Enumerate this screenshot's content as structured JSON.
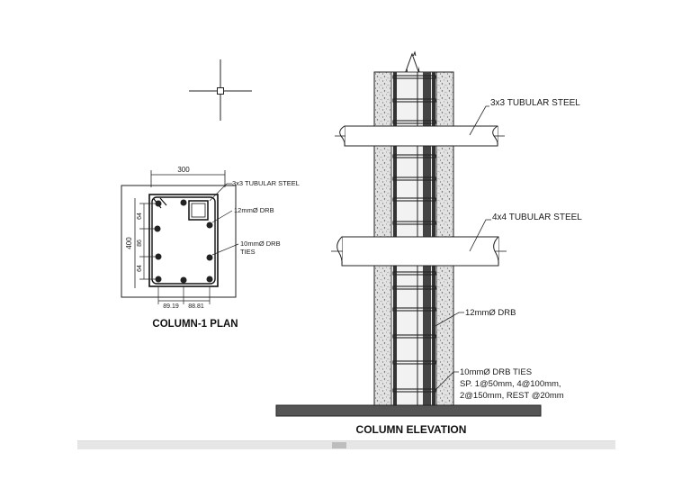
{
  "plan": {
    "dim_width": "300",
    "dim_height": "400",
    "dim_64_top": "64",
    "dim_86": "86",
    "dim_64_bottom": "64",
    "dim_bottom_left": "89.19",
    "dim_bottom_right": "88.81",
    "label_tubular": "3x3 TUBULAR STEEL",
    "label_drb": "12mmØ DRB",
    "label_ties_line1": "10mmØ DRB",
    "label_ties_line2": "TIES",
    "title": "COLUMN-1 PLAN"
  },
  "elevation": {
    "label_tubular_3x3": "3x3 TUBULAR STEEL",
    "label_tubular_4x4": "4x4 TUBULAR STEEL",
    "label_drb": "12mmØ DRB",
    "label_ties_line1": "10mmØ DRB TIES",
    "label_ties_line2": "SP. 1@50mm, 4@100mm,",
    "label_ties_line3": "2@150mm, REST @20mm",
    "title": "COLUMN ELEVATION"
  },
  "colors": {
    "line": "#1a1a1a",
    "concrete": "#e4e4e4",
    "footing": "#555555",
    "scrollbar": "#e6e6e6"
  }
}
